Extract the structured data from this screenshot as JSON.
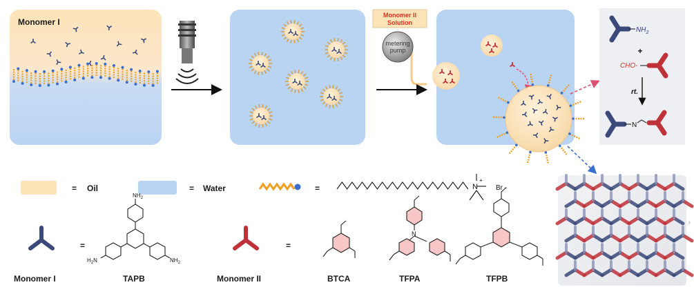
{
  "labels": {
    "monomer1_panel": "Monomer I",
    "monomer2_solution_line1": "Monomer II",
    "monomer2_solution_line2": "Solution",
    "pump_line1": "metering",
    "pump_line2": "pump",
    "amine": "NH",
    "amine_sub": "2",
    "plus": "+",
    "aldehyde": "CHO-",
    "rt": "rt.",
    "imine_n": "N",
    "legend_oil_eq": "=",
    "legend_oil": "Oil",
    "legend_water_eq": "=",
    "legend_water": "Water",
    "legend_surf_eq": "=",
    "surf_n": "N",
    "surf_plus": "+",
    "surf_br": "Br -",
    "m1_eq": "=",
    "m2_eq": "=",
    "bottom_monomer1": "Monomer I",
    "bottom_tapb": "TAPB",
    "bottom_monomer2": "Monomer II",
    "bottom_btca": "BTCA",
    "bottom_tfpa": "TFPA",
    "bottom_tfpb": "TFPB",
    "nh2_top": "NH",
    "nh2_top_sub": "2",
    "nh2_left": "H",
    "nh2_left_sub": "2",
    "nh2_left_n": "N",
    "nh2_right": "NH",
    "nh2_right_sub": "2",
    "tfpa_n": "N"
  },
  "colors": {
    "oil": "#fde3b8",
    "water": "#b9d3f3",
    "monomer1": "#3b4a7a",
    "monomer2": "#c0323a",
    "surfactant_tail": "#f0a020",
    "surfactant_head": "#3a6fd0",
    "label_red": "#e03020"
  },
  "icons": [
    "ultrasonic-probe-icon",
    "sound-wave-icon",
    "metering-pump-icon",
    "right-arrow-icon"
  ]
}
